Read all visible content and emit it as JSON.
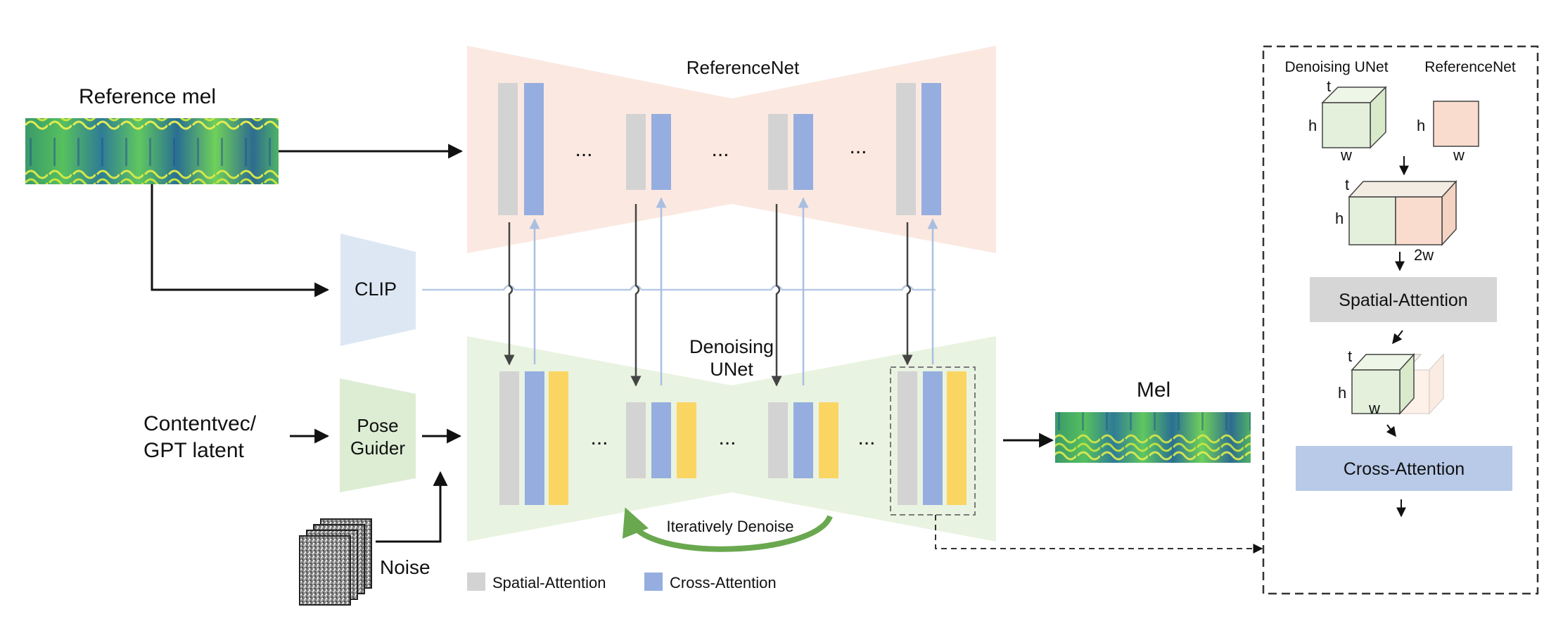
{
  "inputs": {
    "reference_mel": "Reference mel",
    "contentvec": "Contentvec/",
    "gpt_latent": "GPT latent",
    "noise": "Noise"
  },
  "modules": {
    "clip": "CLIP",
    "pose_guider_1": "Pose",
    "pose_guider_2": "Guider",
    "referencenet": "ReferenceNet",
    "denoising_1": "Denoising",
    "denoising_2": "UNet",
    "ellipsis": "..."
  },
  "output": {
    "mel": "Mel"
  },
  "loop": {
    "label": "Iteratively Denoise"
  },
  "legend": {
    "spatial": "Spatial-Attention",
    "cross": "Cross-Attention"
  },
  "detail": {
    "denoising_unet": "Denoising UNet",
    "referencenet": "ReferenceNet",
    "t": "t",
    "h": "h",
    "w": "w",
    "two_w": "2w",
    "spatial_attention": "Spatial-Attention",
    "cross_attention": "Cross-Attention"
  },
  "colors": {
    "reference_bg": "#fbe9e1",
    "denoise_bg": "#e9f3e1",
    "clip_bg": "#dde7f4",
    "pose_bg": "#dcedd3",
    "spatial": "#d3d3d3",
    "cross": "#95aedf",
    "yellow": "#fbd562",
    "loop_arrow": "#6aa84f",
    "spatial_box": "#d6d6d6",
    "cross_box": "#b8cae8",
    "cube_green": "#e4f0db",
    "cube_peach": "#f9dccd",
    "light_line": "#b7c9e6",
    "dark_line": "#333333"
  }
}
